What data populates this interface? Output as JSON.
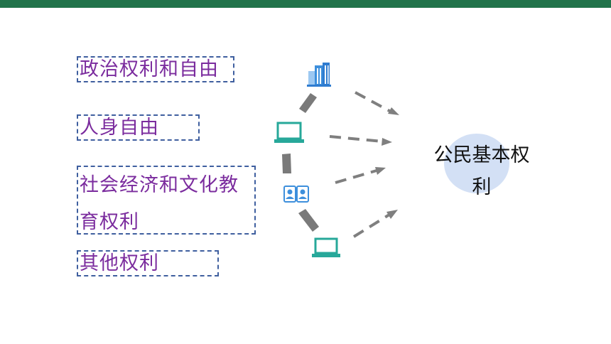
{
  "rights": [
    {
      "label": "政治权利和自由"
    },
    {
      "label": "人身自由"
    },
    {
      "label": "社会经济和文化教育权利"
    },
    {
      "label": "其他权利"
    }
  ],
  "center": {
    "label": "公民基本权利"
  },
  "icons": [
    "building-icon",
    "laptop-icon",
    "id-cards-icon",
    "laptop-icon"
  ],
  "colors": {
    "top_bar": "#21734a",
    "label_text": "#7b2c9e",
    "box_border": "#3f5f9f",
    "circle_fill": "#d3e0f5",
    "arrow": "#7f7f7f",
    "icon_blue": "#3d8fdc",
    "icon_teal": "#27a89a"
  }
}
